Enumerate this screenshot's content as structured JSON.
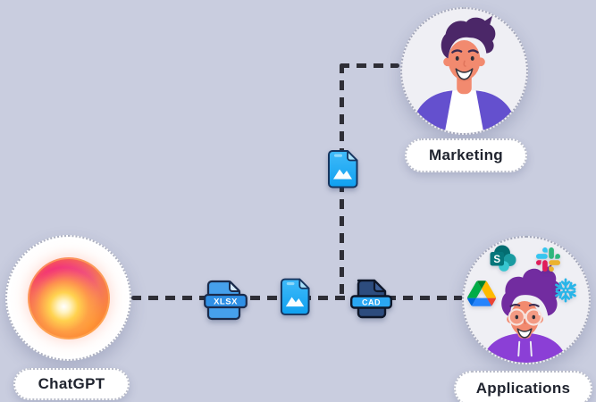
{
  "canvas": {
    "background": "#c9cddf"
  },
  "nodes": {
    "chatgpt": {
      "label": "ChatGPT",
      "icon": "gradient-orb"
    },
    "marketing": {
      "label": "Marketing",
      "icon": "man-avatar"
    },
    "applications": {
      "label": "Applications",
      "icon": "person-glasses-avatar"
    }
  },
  "file_badges": {
    "xlsx": {
      "label": "XLSX"
    },
    "cad": {
      "label": "CAD"
    },
    "image": {
      "name": "image-file"
    }
  },
  "app_icons": {
    "sharepoint": {
      "name": "sharepoint-logo",
      "letter": "S"
    },
    "slack": {
      "name": "slack-logo"
    },
    "google_drive": {
      "name": "google-drive-logo"
    },
    "snowflake": {
      "name": "snowflake-logo"
    }
  },
  "colors": {
    "background": "#c9cddf",
    "connector": "#2e2e36",
    "xlsx_body": "#46a0ec",
    "xlsx_banner": "#2e8fe5",
    "image_file_blue": "#1fa9f4",
    "cad_body": "#2d4c7e",
    "cad_banner": "#2aa7f3",
    "orb_pink": "#f3207e",
    "orb_orange": "#ff9a3c",
    "jacket_purple": "#6450ce",
    "hoodie_purple": "#8b3fd6",
    "hair_dark_purple": "#4b2768",
    "hair_bright_purple": "#722ca0",
    "skin": "#f28a6f",
    "sharepoint_teal": "#036c70",
    "slack_red": "#e01e5a",
    "drive_yellow": "#ffba00",
    "snowflake_blue": "#29b5e8"
  }
}
